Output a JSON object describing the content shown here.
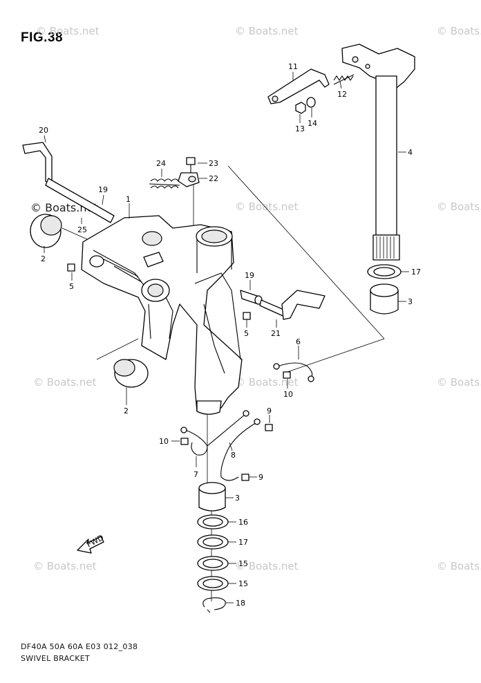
{
  "figure": {
    "title": "FIG.38",
    "model_line": "DF40A 50A 60A E03 012_038",
    "section": "SWIVEL BRACKET"
  },
  "watermarks": {
    "light": "© Boats.net",
    "dark": "© Boats.net"
  },
  "fwd_label": "FWD",
  "callouts": {
    "c1": "1",
    "c2a": "2",
    "c2b": "2",
    "c3a": "3",
    "c3b": "3",
    "c4": "4",
    "c5a": "5",
    "c5b": "5",
    "c6": "6",
    "c7": "7",
    "c8": "8",
    "c9a": "9",
    "c9b": "9",
    "c10a": "10",
    "c10b": "10",
    "c11": "11",
    "c12": "12",
    "c13": "13",
    "c14": "14",
    "c15a": "15",
    "c15b": "15",
    "c16": "16",
    "c17a": "17",
    "c17b": "17",
    "c18": "18",
    "c19a": "19",
    "c19b": "19",
    "c20": "20",
    "c21": "21",
    "c22": "22",
    "c23": "23",
    "c24": "24",
    "c25": "25"
  }
}
